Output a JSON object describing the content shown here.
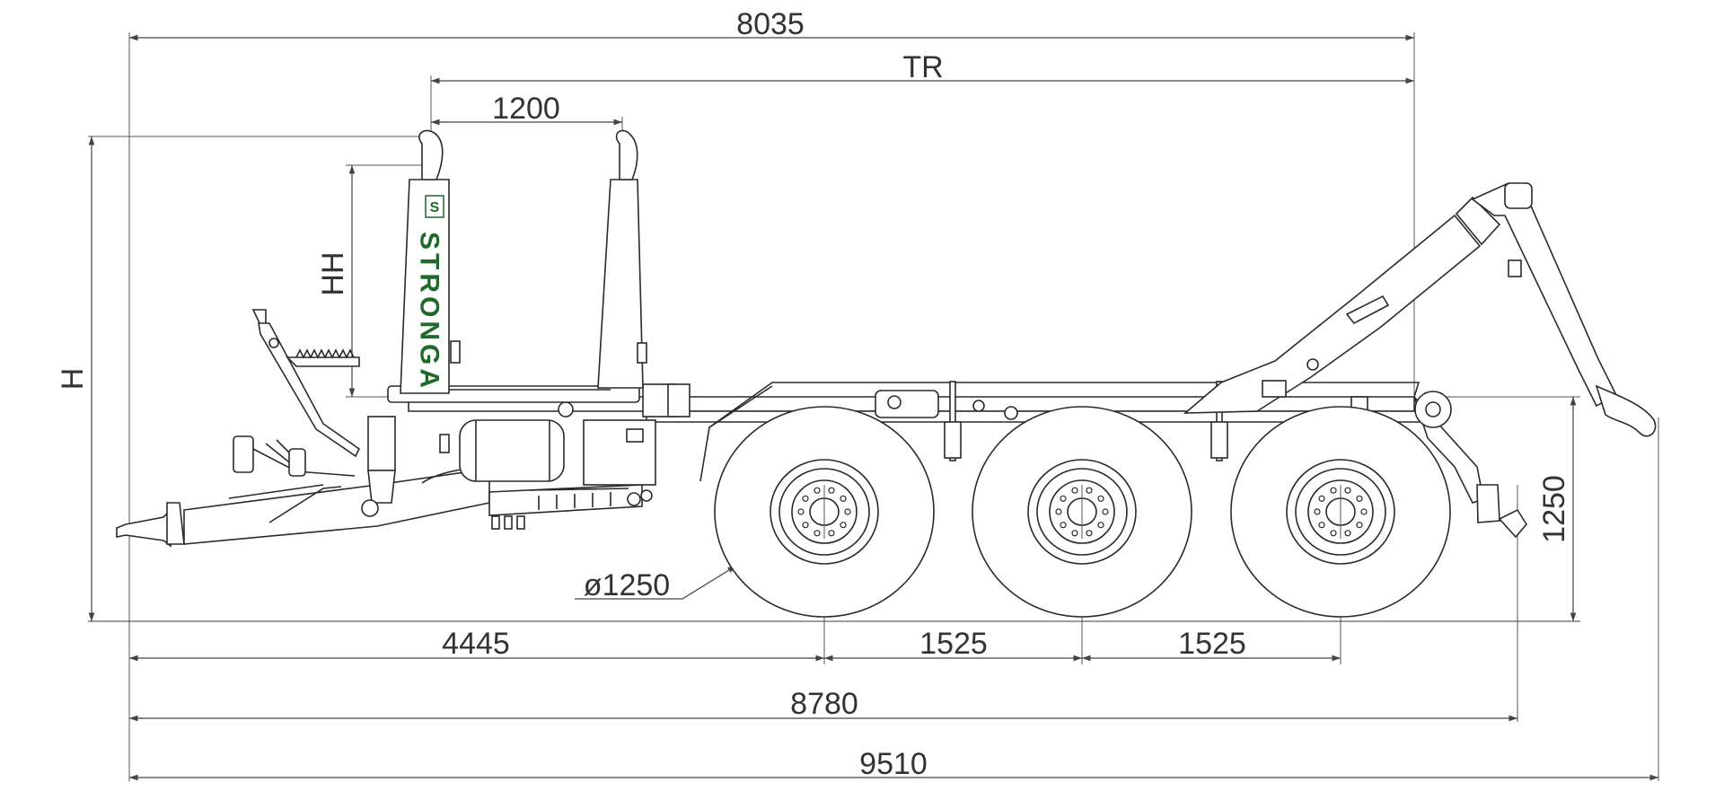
{
  "brand": {
    "name": "STRONGA",
    "logo_letter": "S",
    "color": "#1f6a2a"
  },
  "dimensions": {
    "overall_top": "8035",
    "tr": "TR",
    "stake_spacing": "1200",
    "total_height": "H",
    "hook_height": "HH",
    "wheel_diameter": "ø1250",
    "rear_height": "1250",
    "drawbar_to_axle1": "4445",
    "axle_spacing_1": "1525",
    "axle_spacing_2": "1525",
    "length_frame": "8780",
    "length_total": "9510"
  }
}
